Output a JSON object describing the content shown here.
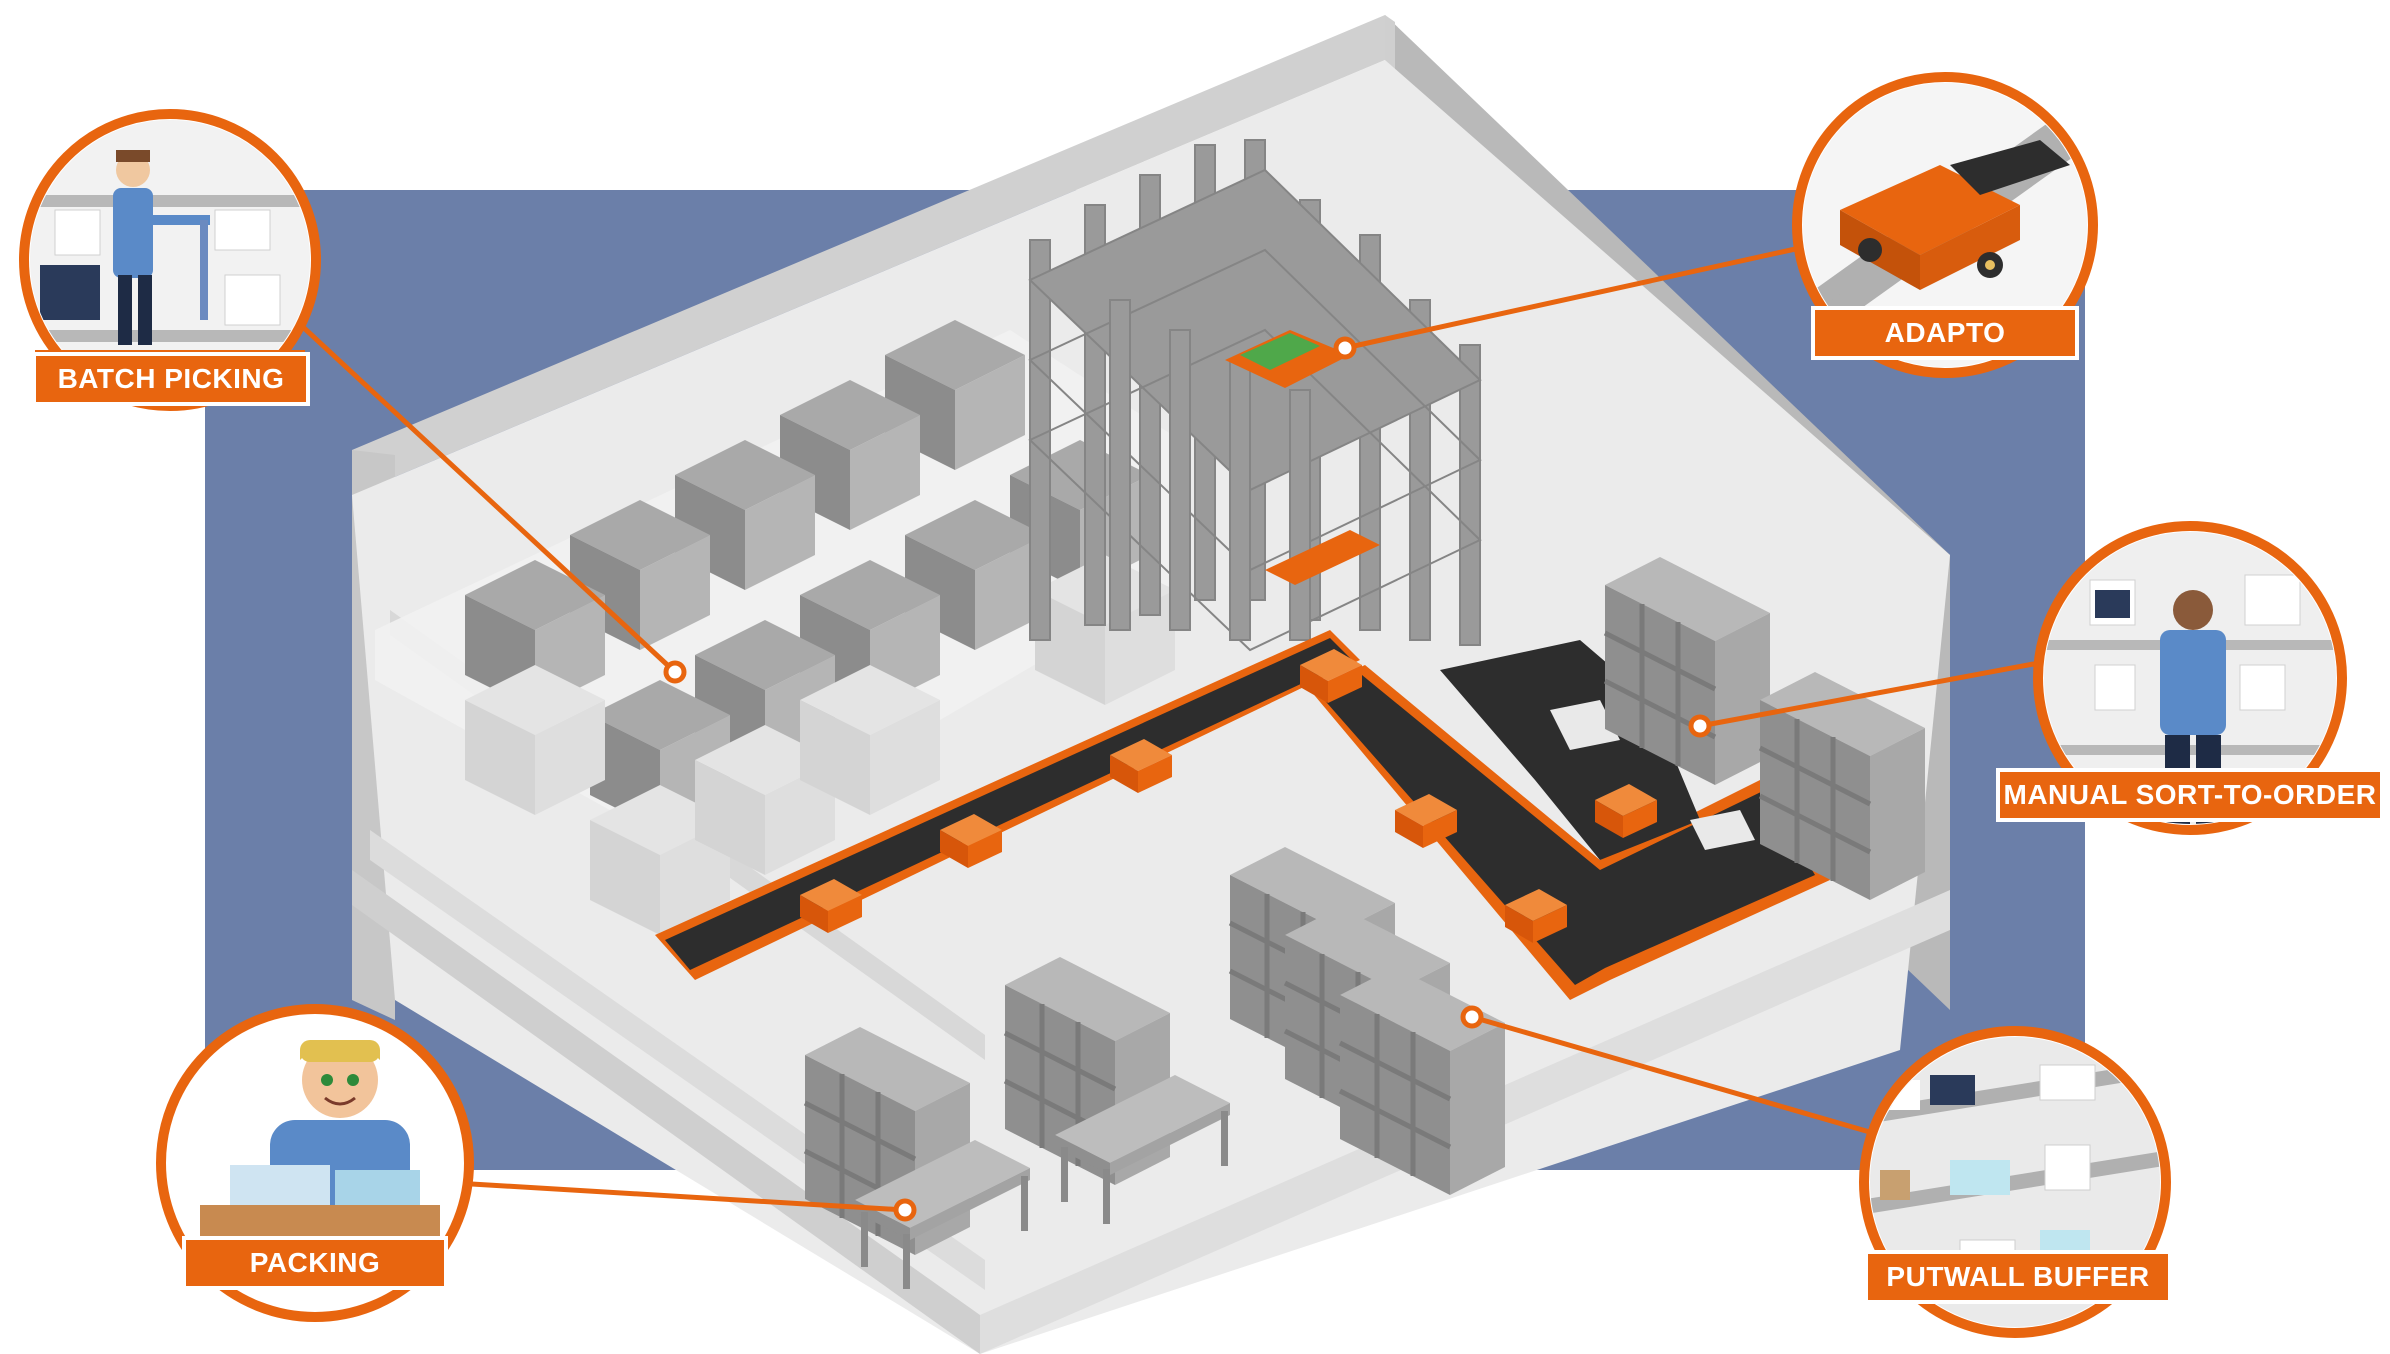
{
  "colors": {
    "accent": "#e8650f",
    "backdrop": "#6b7fa9",
    "floor": "#e9e9e9",
    "wall": "#c9c9c9",
    "rack": "#9a9a9a",
    "conveyor": "#2d2d2d"
  },
  "callouts": {
    "batch_picking": {
      "label": "BATCH PICKING",
      "icon": "picker-with-cart-icon"
    },
    "adapto": {
      "label": "ADAPTO",
      "icon": "adapto-shuttle-icon"
    },
    "manual_sort": {
      "label": "MANUAL SORT-TO-ORDER",
      "icon": "sorting-worker-icon"
    },
    "packing": {
      "label": "PACKING",
      "icon": "packing-worker-icon"
    },
    "putwall": {
      "label": "PUTWALL BUFFER",
      "icon": "putwall-shelf-icon"
    }
  }
}
